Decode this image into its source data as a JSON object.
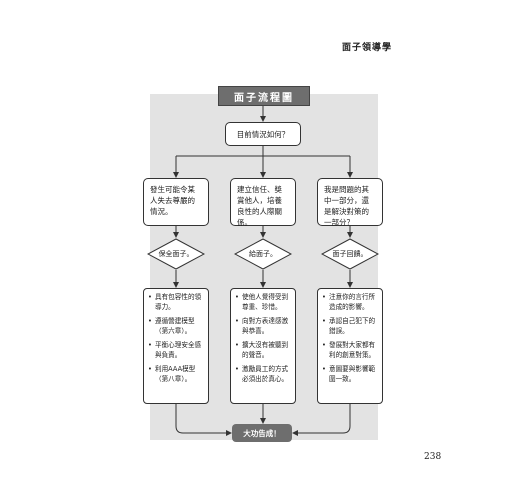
{
  "header": {
    "title": "面子領導學"
  },
  "flowchart": {
    "title": "面子流程圖",
    "question": "目前情況如何？",
    "columns": [
      {
        "scenario": "發生可能令某人失去尊嚴的情況。",
        "decision": "保全面子。",
        "details": [
          "具有包容性的領導力。",
          "遵循營建模型（第六章）。",
          "平衡心理安全感與負責。",
          "利用AAA模型（第八章）。"
        ]
      },
      {
        "scenario": "建立信任、獎賞他人，培養良性的人際關係。",
        "decision": "給面子。",
        "details": [
          "使他人覺得受到尊重、珍惜。",
          "向對方表達感激與恭喜。",
          "擴大沒有被聽到的聲音。",
          "激勵員工的方式必須出於真心。"
        ]
      },
      {
        "scenario": "我是問題的其中一部分，還是解決對策的一部分？",
        "decision": "面子回饋。",
        "details": [
          "注意你的言行所造成的影響。",
          "承認自己犯下的錯誤。",
          "發展對大家都有利的創意對策。",
          "意圖要與影響範圍一致。"
        ]
      }
    ],
    "bullet_symbol": "•",
    "result": "大功告成！"
  },
  "footer": {
    "page_number": "238"
  },
  "colors": {
    "panel": "#e3e3e3",
    "dark_box": "#6e6e6e",
    "line": "#333333"
  }
}
